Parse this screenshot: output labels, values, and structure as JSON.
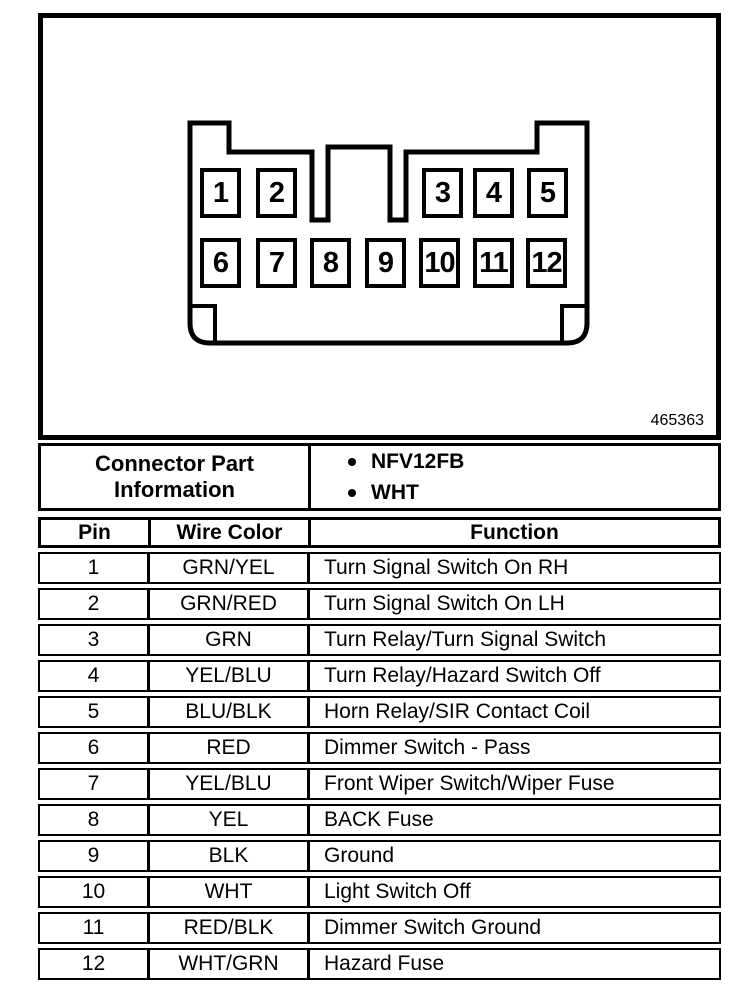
{
  "figure": {
    "number": "465363"
  },
  "connector": {
    "pins": [
      "1",
      "2",
      "3",
      "4",
      "5",
      "6",
      "7",
      "8",
      "9",
      "10",
      "11",
      "12"
    ]
  },
  "part_info": {
    "title_line1": "Connector Part",
    "title_line2": "Information",
    "items": [
      "NFV12FB",
      "WHT"
    ]
  },
  "table": {
    "headers": {
      "pin": "Pin",
      "wire_color": "Wire Color",
      "function": "Function"
    },
    "rows": [
      {
        "pin": "1",
        "wire_color": "GRN/YEL",
        "function": "Turn Signal Switch On RH"
      },
      {
        "pin": "2",
        "wire_color": "GRN/RED",
        "function": "Turn Signal Switch On LH"
      },
      {
        "pin": "3",
        "wire_color": "GRN",
        "function": "Turn Relay/Turn Signal Switch"
      },
      {
        "pin": "4",
        "wire_color": "YEL/BLU",
        "function": "Turn Relay/Hazard Switch Off"
      },
      {
        "pin": "5",
        "wire_color": "BLU/BLK",
        "function": "Horn Relay/SIR Contact Coil"
      },
      {
        "pin": "6",
        "wire_color": "RED",
        "function": "Dimmer Switch - Pass"
      },
      {
        "pin": "7",
        "wire_color": "YEL/BLU",
        "function": "Front Wiper Switch/Wiper Fuse"
      },
      {
        "pin": "8",
        "wire_color": "YEL",
        "function": "BACK Fuse"
      },
      {
        "pin": "9",
        "wire_color": "BLK",
        "function": "Ground"
      },
      {
        "pin": "10",
        "wire_color": "WHT",
        "function": "Light Switch Off"
      },
      {
        "pin": "11",
        "wire_color": "RED/BLK",
        "function": "Dimmer Switch Ground"
      },
      {
        "pin": "12",
        "wire_color": "WHT/GRN",
        "function": "Hazard Fuse"
      }
    ]
  },
  "colors": {
    "ink": "#000000",
    "paper": "#ffffff"
  }
}
